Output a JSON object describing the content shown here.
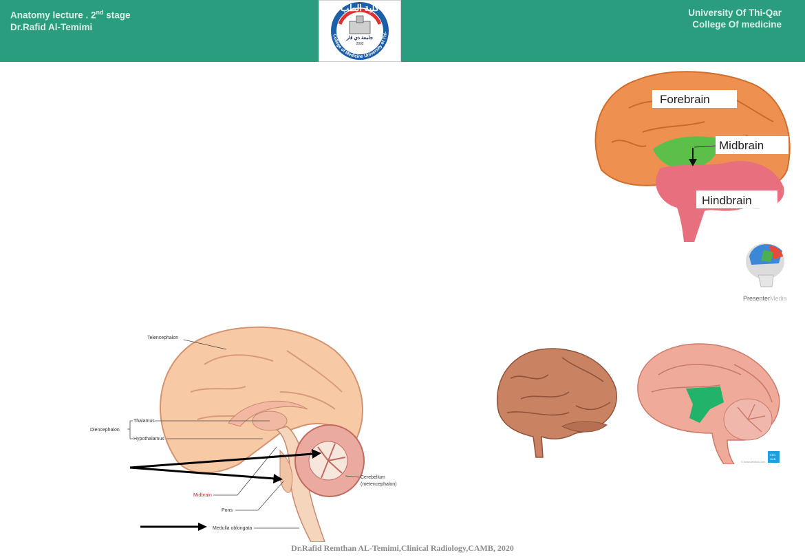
{
  "header": {
    "left_line1_prefix": "Anatomy lecture . 2",
    "left_line1_sup": "nd",
    "left_line1_suffix": " stage",
    "left_line2": "Dr.Rafid Al-Temimi",
    "right_line1": "University Of Thi-Qar",
    "right_line2": "College Of  medicine",
    "bg_color": "#2a9d7e"
  },
  "logo": {
    "arabic_top": "كلية الطب",
    "arabic_mid": "جامعة ذي قار",
    "year": "2002",
    "ring_text": "College of Medicine University of Thi-Qar"
  },
  "brain_regions_figure": {
    "labels": [
      "Forebrain",
      "Midbrain",
      "Hindbrain"
    ]
  },
  "watermark": {
    "text_a": "Presenter",
    "text_b": "Media"
  },
  "sagittal_figure": {
    "labels": {
      "telencephalon": "Telencephalon",
      "diencephalon": "Diencephalon",
      "thalamus": "Thalamus",
      "hypothalamus": "Hypothalamus",
      "cerebellum_1": "Cerebellum",
      "cerebellum_2": "(metencephalon)",
      "midbrain": "Midbrain",
      "pons": "Pons",
      "medulla": "Medulla oblongata"
    },
    "midbrain_color": "#e0202a"
  },
  "kenhub_figure": {
    "badge_line1": "KEN",
    "badge_line2": "HUB",
    "credit": "© www.kenhub.com"
  },
  "footer": {
    "text": "Dr.Rafid Remthan AL-Temimi,Clinical Radiology,CAMB, 2020"
  }
}
